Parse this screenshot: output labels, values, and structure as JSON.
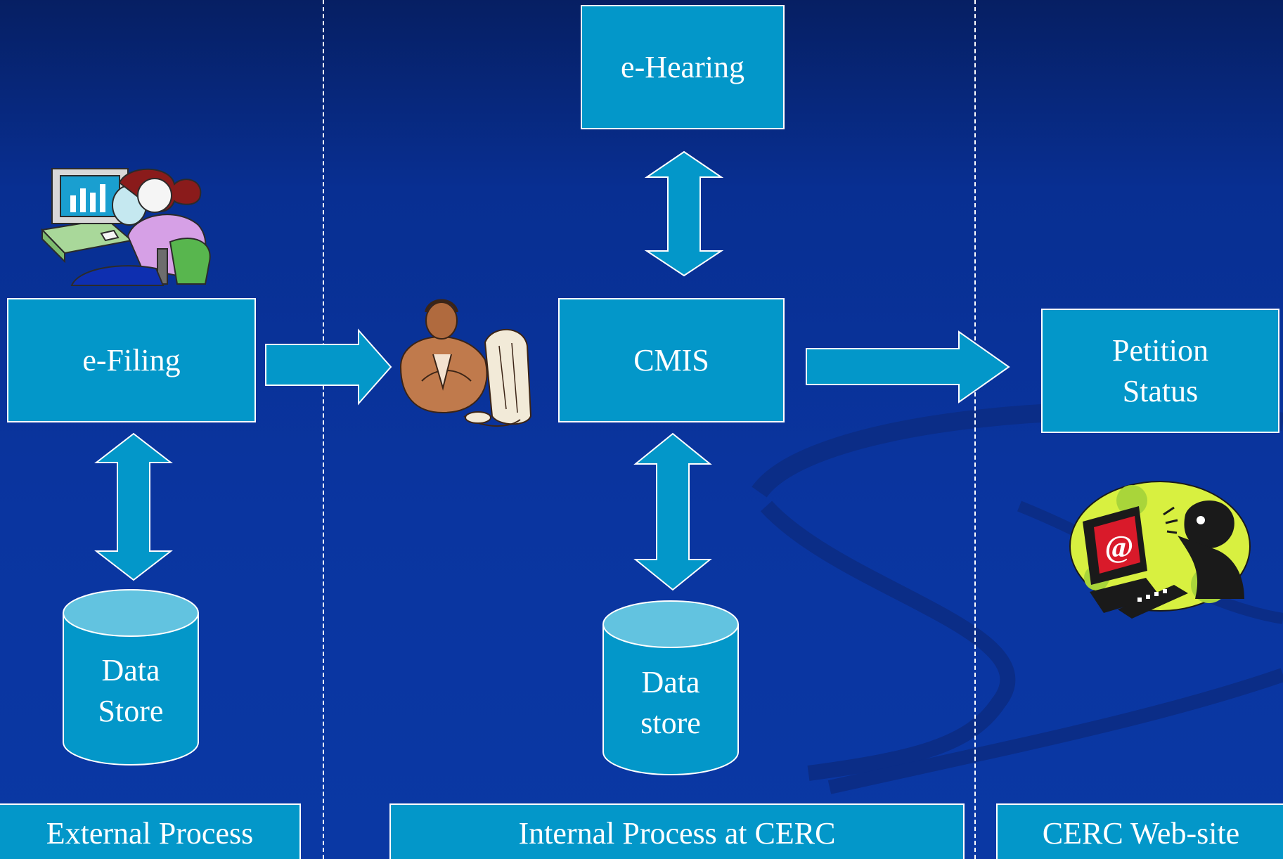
{
  "nodes": {
    "e_hearing": "e-Hearing",
    "e_filing": "e-Filing",
    "cmis": "CMIS",
    "petition_status_line1": "Petition",
    "petition_status_line2": "Status",
    "data_store_left_line1": "Data",
    "data_store_left_line2": "Store",
    "data_store_center_line1": "Data",
    "data_store_center_line2": "store"
  },
  "zones": {
    "external": "External Process",
    "internal": "Internal Process at CERC",
    "website": "CERC Web-site"
  },
  "icons": [
    "woman-at-computer-icon",
    "operator-at-computer-icon",
    "email-user-icon"
  ],
  "colors": {
    "background": "#0a35a0",
    "box": "#0397c9",
    "cylinder_top": "#62c3e0",
    "border": "#ffffff"
  }
}
